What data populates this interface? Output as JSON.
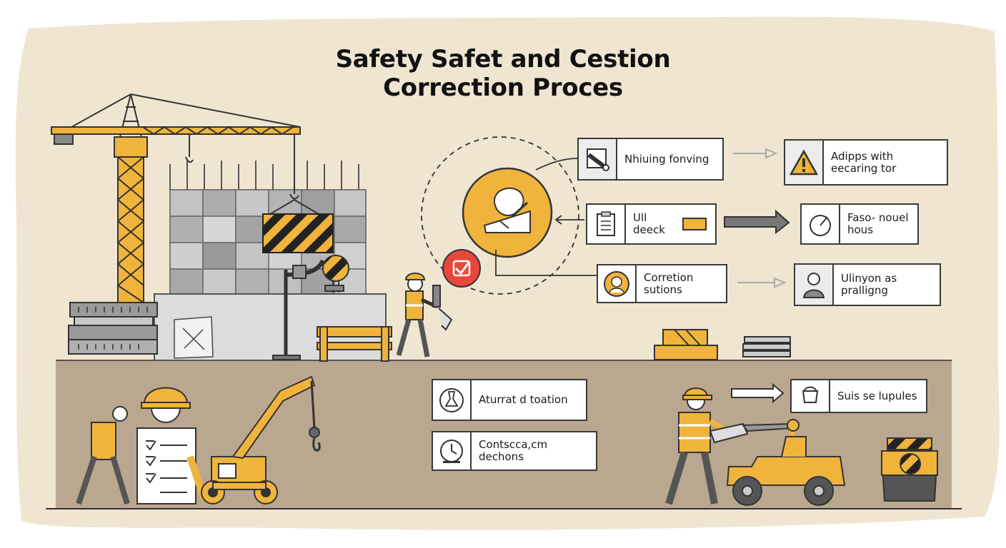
{
  "title": {
    "line1": "Safety Safet and Cestion",
    "line2": "Correction Proces"
  },
  "cards": [
    {
      "id": "c1",
      "label": "Nhiuing fonving",
      "icon": "pencil-tool-icon"
    },
    {
      "id": "c2",
      "label": "Adipps with eecaring tor",
      "icon": "warning-triangle-icon"
    },
    {
      "id": "c3",
      "label": "Ull deeck",
      "icon": "clipboard-icon"
    },
    {
      "id": "c4",
      "label": "Faso- nouel hous",
      "icon": "gauge-icon"
    },
    {
      "id": "c5",
      "label": "Corretion sutions",
      "icon": "worker-badge-icon"
    },
    {
      "id": "c6",
      "label": "Ulinyon as pralligng",
      "icon": "worker-avatar-icon"
    },
    {
      "id": "c7",
      "label": "Aturrat d toation",
      "icon": "flask-icon"
    },
    {
      "id": "c8",
      "label": "Contscca,cm dechons",
      "icon": "clock-icon"
    },
    {
      "id": "c9",
      "label": "Suis se lupules",
      "icon": "bucket-icon"
    }
  ],
  "colors": {
    "accent": "#f0b43c",
    "background_paper": "#efe5d1",
    "ground": "#b9a78f",
    "outline": "#333333",
    "check_badge": "#e8473b"
  }
}
